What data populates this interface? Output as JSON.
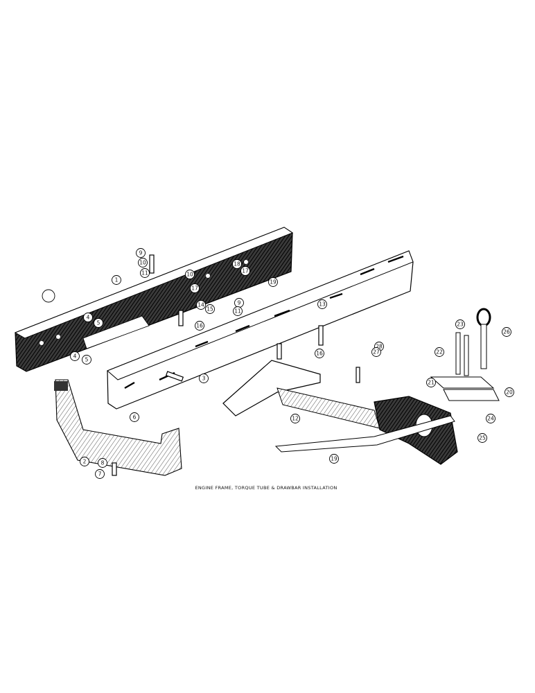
{
  "caption": "ENGINE FRAME, TORQUE TUBE & DRAWBAR INSTALLATION",
  "colors": {
    "ink": "#111111",
    "paper": "#ffffff",
    "shade": "#2a2a2a"
  },
  "callouts": [
    {
      "label": "9"
    },
    {
      "label": "10"
    },
    {
      "label": "11"
    },
    {
      "label": "1"
    },
    {
      "label": "4"
    },
    {
      "label": "5"
    },
    {
      "label": "4"
    },
    {
      "label": "5"
    },
    {
      "label": "10"
    },
    {
      "label": "17"
    },
    {
      "label": "14"
    },
    {
      "label": "15"
    },
    {
      "label": "16"
    },
    {
      "label": "18"
    },
    {
      "label": "17"
    },
    {
      "label": "19"
    },
    {
      "label": "9"
    },
    {
      "label": "11"
    },
    {
      "label": "13"
    },
    {
      "label": "16"
    },
    {
      "label": "3"
    },
    {
      "label": "28"
    },
    {
      "label": "27"
    },
    {
      "label": "23"
    },
    {
      "label": "26"
    },
    {
      "label": "22"
    },
    {
      "label": "21"
    },
    {
      "label": "20"
    },
    {
      "label": "24"
    },
    {
      "label": "25"
    },
    {
      "label": "12"
    },
    {
      "label": "19"
    },
    {
      "label": "6"
    },
    {
      "label": "2"
    },
    {
      "label": "8"
    },
    {
      "label": "7"
    },
    {
      "label": ""
    }
  ]
}
